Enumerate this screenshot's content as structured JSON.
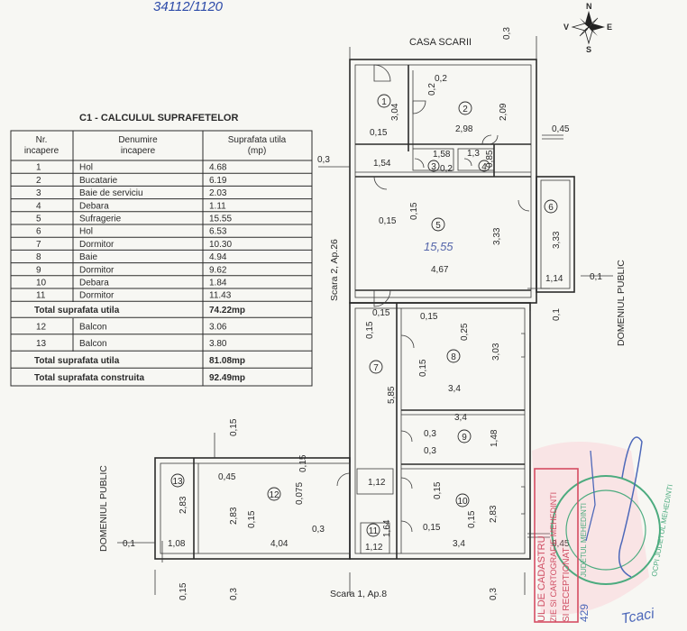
{
  "handwritten_top": "34112/1120",
  "table": {
    "title": "C1 - CALCULUL SUPRAFETELOR",
    "headers": [
      "Nr. incapere",
      "Denumire incapere",
      "Suprafata utila (mp)"
    ],
    "rows": [
      {
        "nr": "1",
        "name": "Hol",
        "area": "4.68"
      },
      {
        "nr": "2",
        "name": "Bucatarie",
        "area": "6.19"
      },
      {
        "nr": "3",
        "name": "Baie de serviciu",
        "area": "2.03"
      },
      {
        "nr": "4",
        "name": "Debara",
        "area": "1.11"
      },
      {
        "nr": "5",
        "name": "Sufragerie",
        "area": "15.55"
      },
      {
        "nr": "6",
        "name": "Hol",
        "area": "6.53"
      },
      {
        "nr": "7",
        "name": "Dormitor",
        "area": "10.30"
      },
      {
        "nr": "8",
        "name": "Baie",
        "area": "4.94"
      },
      {
        "nr": "9",
        "name": "Dormitor",
        "area": "9.62"
      },
      {
        "nr": "10",
        "name": "Debara",
        "area": "1.84"
      },
      {
        "nr": "11",
        "name": "Dormitor",
        "area": "11.43"
      }
    ],
    "total_util_label": "Total suprafata utila",
    "total_util_value": "74.22mp",
    "balconies": [
      {
        "nr": "12",
        "name": "Balcon",
        "area": "3.06"
      },
      {
        "nr": "13",
        "name": "Balcon",
        "area": "3.80"
      }
    ],
    "total_util2_label": "Total suprafata utila",
    "total_util2_value": "81.08mp",
    "total_constr_label": "Total suprafata construita",
    "total_constr_value": "92.49mp"
  },
  "compass": {
    "n": "N",
    "s": "S",
    "e": "E",
    "v": "V"
  },
  "labels": {
    "casa_scarii": "CASA SCARII",
    "scara2": "Scara 2, Ap.26",
    "scara1": "Scara 1, Ap.8",
    "domeniul_right": "DOMENIUL PUBLIC",
    "domeniul_left": "DOMENIUL PUBLIC"
  },
  "room_numbers": [
    "1",
    "2",
    "3",
    "4",
    "5",
    "6",
    "7",
    "8",
    "9",
    "10",
    "11",
    "12",
    "13"
  ],
  "handwritten_area": "15,55",
  "dims": {
    "d_0_3_top": "0,3",
    "d_0_2_a": "0,2",
    "d_0_2_b": "0,2",
    "d_3_04": "3,04",
    "d_2_98": "2,98",
    "d_2_09": "2,09",
    "d_0_45_top": "0,45",
    "d_0_15_r1": "0,15",
    "d_1_58": "1,58",
    "d_1_3": "1,3",
    "d_0_2_c": "0,2",
    "d_0_85": "0,85",
    "d_0_3_left": "0,3",
    "d_1_54": "1,54",
    "d_0_15_r5a": "0,15",
    "d_0_15_r5b": "0,15",
    "d_3_33_r5": "3,33",
    "d_4_67": "4,67",
    "d_3_33_r13": "3,33",
    "d_1_14": "1,14",
    "d_0_1_right": "0,1",
    "d_0_1_mid": "0,1",
    "d_0_15_h6": "0,15",
    "d_0_15_h6b": "0,15",
    "d_0_15_r7a": "0,15",
    "d_0_25": "0,25",
    "d_3_03": "3,03",
    "d_0_15_r7b": "0,15",
    "d_3_4_r7": "3,4",
    "d_5_85": "5,85",
    "d_3_4_r8": "3,4",
    "d_0_3_r8a": "0,3",
    "d_0_3_r8b": "0,3",
    "d_1_48": "1,48",
    "d_0_15_left": "0,15",
    "d_0_15_leftb": "0,15",
    "d_0_45_r11": "0,45",
    "d_2_83_r12": "2,83",
    "d_2_83_r11": "2,83",
    "d_0_15_r11": "0,15",
    "d_0_075": "0,075",
    "d_0_3_r11": "0,3",
    "d_4_04": "4,04",
    "d_1_12_a": "1,12",
    "d_0_15_r9": "0,15",
    "d_2_83_r9": "2,83",
    "d_0_15_r9b": "0,15",
    "d_1_64": "1,64",
    "d_0_15_r9c": "0,15",
    "d_3_4_r9": "3,4",
    "d_1_12_b": "1,12",
    "d_0_1_left": "0,1",
    "d_1_08": "1,08",
    "d_0_45_bottom": "0,45",
    "d_0_15_bot": "0,15",
    "d_0_3_bot_a": "0,3",
    "d_0_3_bot_b": "0,3",
    "d_0_3_top_right": "0,3"
  },
  "stamp": {
    "line1": "UL DE CADASTRU",
    "line2": "ZIE SI CARTOGRAFIE MEHEDINTI",
    "line3": "JUDETUL MEHEDINTI",
    "line4": "SI RECEPTIONAT",
    "line5": "429",
    "line6": "OCPI JUDETUL MEHEDINTI",
    "signature": "Tcaci"
  }
}
